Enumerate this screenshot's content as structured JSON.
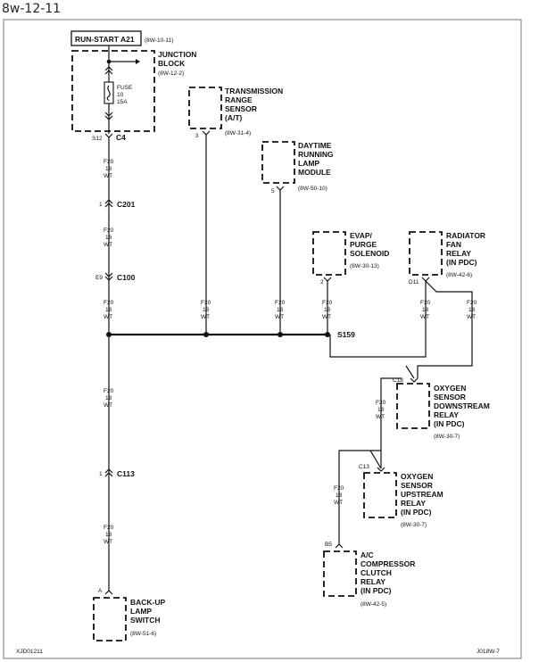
{
  "page_label": "8w-12-11",
  "run_start": {
    "label": "RUN-START A21",
    "ref": "(8W-10-11)"
  },
  "junction_block": {
    "name1": "JUNCTION",
    "name2": "BLOCK",
    "ref": "(8W-12-2)",
    "fuse1": "FUSE",
    "fuse2": "10",
    "fuse3": "15A",
    "pin": "S12",
    "connector": "C4"
  },
  "wire": {
    "code": "F20",
    "gauge": "18",
    "color": "WT"
  },
  "c201": {
    "pin": "1",
    "label": "C201"
  },
  "c100": {
    "pin": "E9",
    "label": "C100"
  },
  "c113": {
    "pin": "1",
    "label": "C113"
  },
  "s159": "S159",
  "trs": {
    "l1": "TRANSMISSION",
    "l2": "RANGE",
    "l3": "SENSOR",
    "l4": "(A/T)",
    "ref": "(8W-31-4)",
    "pin": "3"
  },
  "drl": {
    "l1": "DAYTIME",
    "l2": "RUNNING",
    "l3": "LAMP",
    "l4": "MODULE",
    "ref": "(8W-50-10)",
    "pin": "5"
  },
  "evap": {
    "l1": "EVAP/",
    "l2": "PURGE",
    "l3": "SOLENOID",
    "ref": "(8W-30-13)",
    "pin": "2"
  },
  "radfan": {
    "l1": "RADIATOR",
    "l2": "FAN",
    "l3": "RELAY",
    "l4": "(IN PDC)",
    "ref": "(8W-42-6)",
    "pin": "D11"
  },
  "o2down": {
    "l1": "OXYGEN",
    "l2": "SENSOR",
    "l3": "DOWNSTREAM",
    "l4": "RELAY",
    "l5": "(IN PDC)",
    "ref": "(8W-30-7)",
    "pin": "C18"
  },
  "o2up": {
    "l1": "OXYGEN",
    "l2": "SENSOR",
    "l3": "UPSTREAM",
    "l4": "RELAY",
    "l5": "(IN PDC)",
    "ref": "(8W-30-7)",
    "pin": "C13"
  },
  "ac": {
    "l1": "A/C",
    "l2": "COMPRESSOR",
    "l3": "CLUTCH",
    "l4": "RELAY",
    "l5": "(IN PDC)",
    "ref": "(8W-42-5)",
    "pin": "B5"
  },
  "backup": {
    "l1": "BACK-UP",
    "l2": "LAMP",
    "l3": "SWITCH",
    "ref": "(8W-51-6)",
    "pin": "A"
  },
  "footer_left": "XJD01211",
  "footer_right": "J018W-7"
}
